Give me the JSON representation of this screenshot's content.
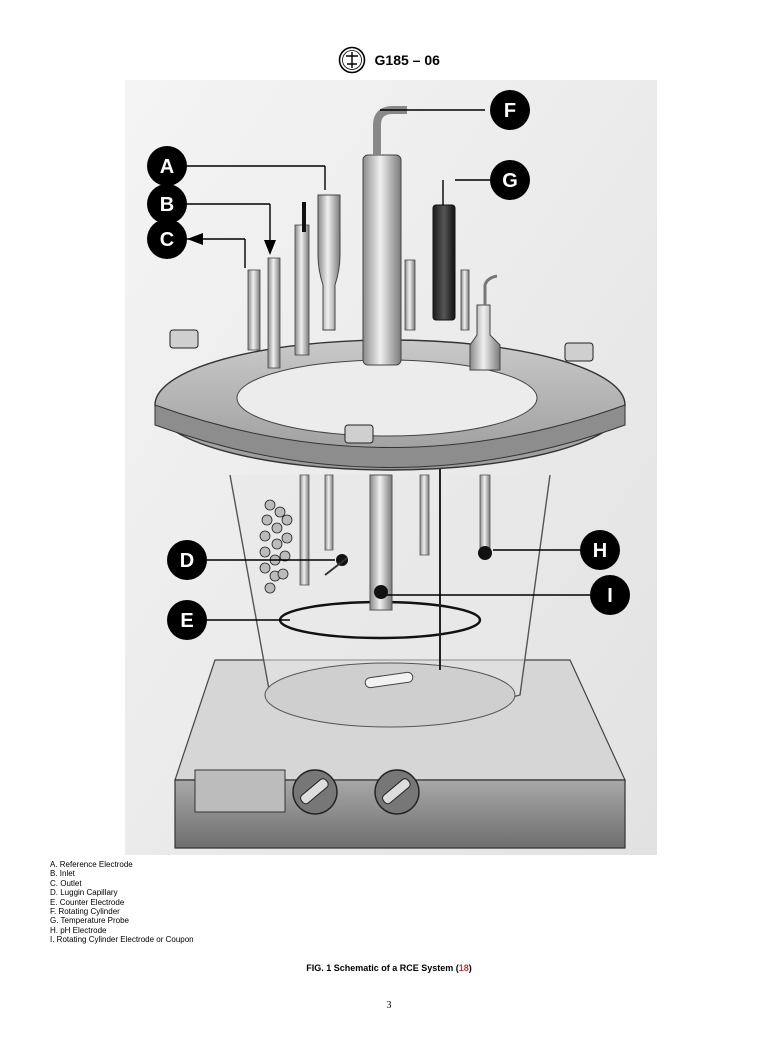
{
  "header": {
    "logo_label": "ASTM",
    "standard_id": "G185 – 06"
  },
  "figure": {
    "callouts": [
      "A",
      "B",
      "C",
      "D",
      "E",
      "F",
      "G",
      "H",
      "I"
    ]
  },
  "legend": {
    "items": [
      "A. Reference Electrode",
      "B. Inlet",
      "C. Outlet",
      "D. Luggin Capillary",
      "E. Counter Electrode",
      "F. Rotating Cylinder",
      "G. Temperature Probe",
      "H. pH Electrode",
      "I. Rotating Cylinder Electrode or Coupon"
    ]
  },
  "caption": {
    "text": "FIG. 1 Schematic of a RCE System (",
    "ref": "18",
    "close": ")"
  },
  "page_number": "3"
}
